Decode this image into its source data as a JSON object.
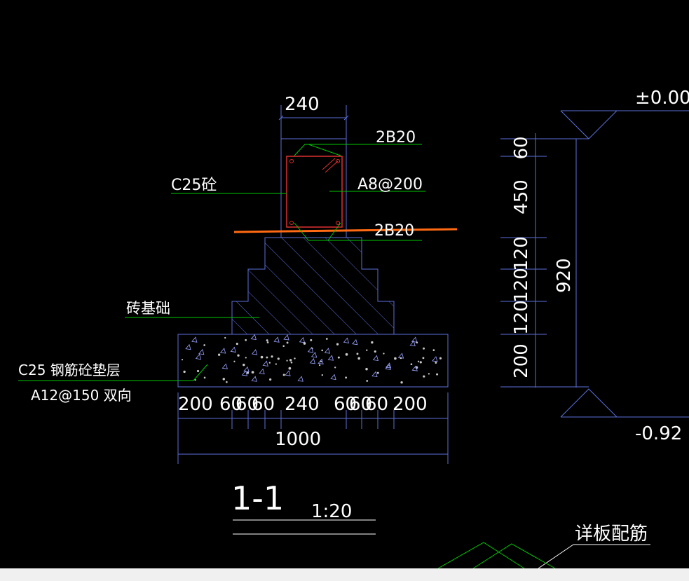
{
  "drawing": {
    "column_width": "240",
    "top_rebar": "2B20",
    "concrete": "C25砼",
    "stirrup": "A8@200",
    "bottom_rebar": "2B20",
    "brick_foundation": "砖基础",
    "pad_layer": "C25 钢筋砼垫层",
    "pad_rebar": "A12@150 双向",
    "bottom_dims": [
      "200",
      "60",
      "60",
      "60",
      "240",
      "60",
      "60",
      "60",
      "200"
    ],
    "total_width": "1000",
    "section_title": "1-1",
    "section_scale": "1:20",
    "right_dims": [
      "60",
      "450",
      "120",
      "120",
      "120",
      "200"
    ],
    "total_height": "920",
    "elev_top": "±0.00",
    "elev_bottom": "-0.92",
    "detail_label": "详板配筋"
  },
  "colors": {
    "background": "#000000",
    "outline": "#5b6fd8",
    "leader": "#00c800",
    "rebar": "#e03030",
    "cut_line": "#ff6a13",
    "text": "#ffffff"
  }
}
